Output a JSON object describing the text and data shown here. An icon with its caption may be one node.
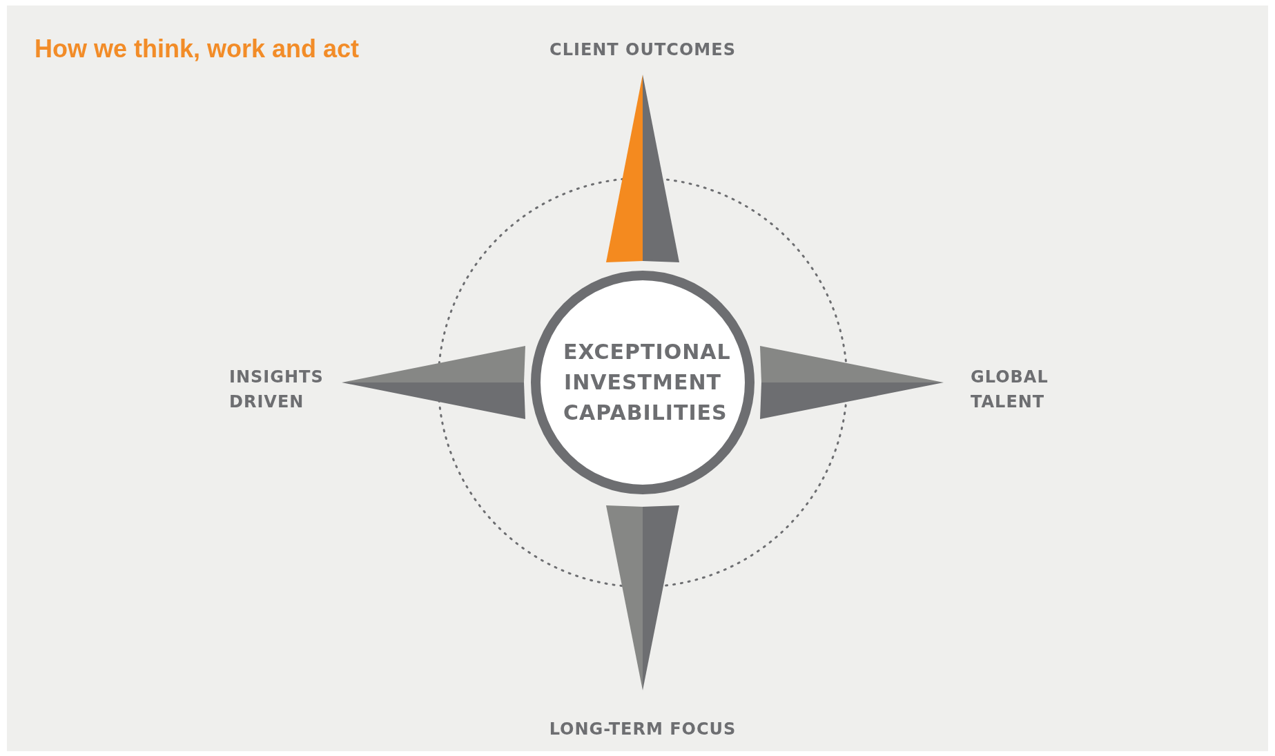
{
  "diagram": {
    "title": "How we think, work and act",
    "nodes": [
      {
        "text": [
          "EXCEPTIONAL INVESTMENT CAPABILITIES"
        ]
      }
    ],
    "labels": [
      "CLIENT OUTCOMES",
      "INSIGHTS DRIVEN",
      "GLOBAL TALENT",
      "LONG-TERM FOCUS"
    ]
  }
}
